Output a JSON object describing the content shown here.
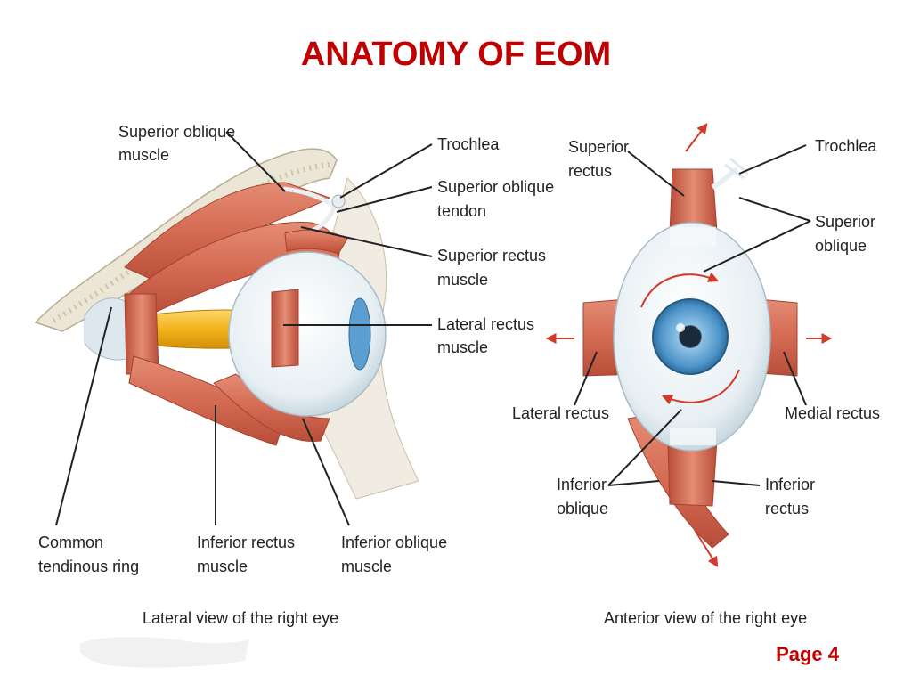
{
  "slide": {
    "title": "ANATOMY OF EOM",
    "page_label": "Page 4"
  },
  "lateral_view": {
    "caption": "Lateral view of the right eye",
    "labels": {
      "superior_oblique_muscle": [
        "Superior oblique",
        "muscle"
      ],
      "trochlea": [
        "Trochlea"
      ],
      "superior_oblique_tendon": [
        "Superior oblique",
        "tendon"
      ],
      "superior_rectus_muscle": [
        "Superior rectus",
        "muscle"
      ],
      "lateral_rectus_muscle": [
        "Lateral rectus",
        "muscle"
      ],
      "common_tendinous_ring": [
        "Common",
        "tendinous ring"
      ],
      "inferior_rectus_muscle": [
        "Inferior rectus",
        "muscle"
      ],
      "inferior_oblique_muscle": [
        "Inferior oblique",
        "muscle"
      ]
    }
  },
  "anterior_view": {
    "caption": "Anterior view of the right eye",
    "labels": {
      "superior_rectus": [
        "Superior",
        "rectus"
      ],
      "trochlea": [
        "Trochlea"
      ],
      "superior_oblique": [
        "Superior",
        "oblique"
      ],
      "lateral_rectus": [
        "Lateral rectus"
      ],
      "medial_rectus": [
        "Medial rectus"
      ],
      "inferior_oblique": [
        "Inferior",
        "oblique"
      ],
      "inferior_rectus": [
        "Inferior",
        "rectus"
      ]
    }
  },
  "colors": {
    "title": "#c00000",
    "muscle": "#d9735c",
    "muscle_dark": "#b24a36",
    "bone": "#ece6d6",
    "sclera": "#f2f6f8",
    "iris": "#5b9ed1",
    "nerve": "#f2b21c",
    "arrow": "#d23a2a"
  }
}
